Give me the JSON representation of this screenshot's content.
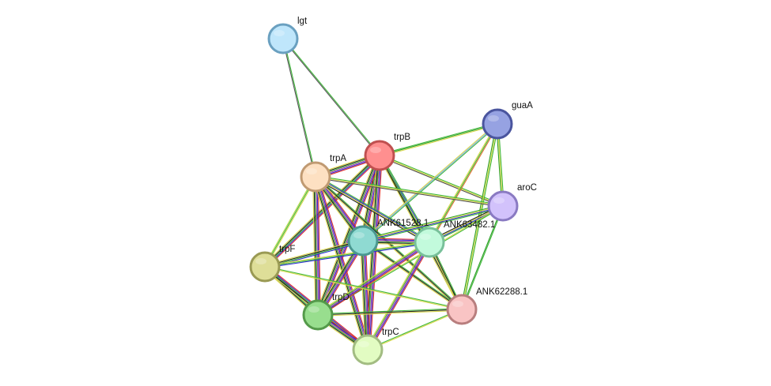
{
  "network": {
    "nodes": [
      {
        "id": "lgt",
        "label": "lgt",
        "fill": "#bfe6fb",
        "stroke": "#6aa0c0"
      },
      {
        "id": "trpB",
        "label": "trpB",
        "fill": "#ff8f8f",
        "stroke": "#c05050"
      },
      {
        "id": "guaA",
        "label": "guaA",
        "fill": "#96a2e2",
        "stroke": "#4a559e"
      },
      {
        "id": "trpA",
        "label": "trpA",
        "fill": "#fde0c2",
        "stroke": "#c09a72"
      },
      {
        "id": "aroC",
        "label": "aroC",
        "fill": "#d2c2fb",
        "stroke": "#8a7ac2"
      },
      {
        "id": "ANK61528.1",
        "label": "ANK61528.1",
        "fill": "#8fdad2",
        "stroke": "#4a9890"
      },
      {
        "id": "ANK63482.1",
        "label": "ANK63482.1",
        "fill": "#c2fadc",
        "stroke": "#78c09a"
      },
      {
        "id": "trpF",
        "label": "trpF",
        "fill": "#dede98",
        "stroke": "#9a9a54"
      },
      {
        "id": "trpD",
        "label": "trpD",
        "fill": "#98de8e",
        "stroke": "#549a4a"
      },
      {
        "id": "ANK62288.1",
        "label": "ANK62288.1",
        "fill": "#f9c4c4",
        "stroke": "#b87e7e"
      },
      {
        "id": "trpC",
        "label": "trpC",
        "fill": "#e2fcc2",
        "stroke": "#a2bc82"
      }
    ],
    "edges": [
      {
        "source": "lgt",
        "target": "trpB",
        "colors": [
          "#40b83a",
          "#555555"
        ]
      },
      {
        "source": "lgt",
        "target": "trpA",
        "colors": [
          "#40b83a",
          "#555555"
        ]
      },
      {
        "source": "trpB",
        "target": "guaA",
        "colors": [
          "#40b83a",
          "#2fa02a",
          "#d8d84a"
        ]
      },
      {
        "source": "trpB",
        "target": "trpA",
        "colors": [
          "#e03030",
          "#3030d0",
          "#b040b0",
          "#40b83a",
          "#222222",
          "#d8d84a"
        ]
      },
      {
        "source": "trpB",
        "target": "aroC",
        "colors": [
          "#40b83a",
          "#d8d84a",
          "#555555"
        ]
      },
      {
        "source": "trpB",
        "target": "ANK61528.1",
        "colors": [
          "#e03030",
          "#3030d0",
          "#b040b0",
          "#40b83a",
          "#222222",
          "#d8d84a"
        ]
      },
      {
        "source": "trpB",
        "target": "ANK63482.1",
        "colors": [
          "#40b83a",
          "#3030d0",
          "#d8d84a",
          "#222222"
        ]
      },
      {
        "source": "trpB",
        "target": "trpF",
        "colors": [
          "#e03030",
          "#3030d0",
          "#40b83a",
          "#222222",
          "#d8d84a"
        ]
      },
      {
        "source": "trpB",
        "target": "trpD",
        "colors": [
          "#e03030",
          "#3030d0",
          "#b040b0",
          "#40b83a",
          "#222222",
          "#d8d84a"
        ]
      },
      {
        "source": "trpB",
        "target": "ANK62288.1",
        "colors": [
          "#40b83a",
          "#222222",
          "#d8d84a"
        ]
      },
      {
        "source": "trpB",
        "target": "trpC",
        "colors": [
          "#e03030",
          "#3030d0",
          "#b040b0",
          "#40b83a",
          "#222222",
          "#d8d84a"
        ]
      },
      {
        "source": "guaA",
        "target": "aroC",
        "colors": [
          "#40b83a",
          "#d8d84a",
          "#2fa02a"
        ]
      },
      {
        "source": "guaA",
        "target": "ANK61528.1",
        "colors": [
          "#40b83a",
          "#78a8e0",
          "#d8d84a"
        ]
      },
      {
        "source": "guaA",
        "target": "ANK63482.1",
        "colors": [
          "#e07030",
          "#40b83a",
          "#d8d84a"
        ]
      },
      {
        "source": "guaA",
        "target": "ANK62288.1",
        "colors": [
          "#40b83a",
          "#d8d84a",
          "#2fa02a"
        ]
      },
      {
        "source": "trpA",
        "target": "aroC",
        "colors": [
          "#40b83a",
          "#d8d84a",
          "#555555"
        ]
      },
      {
        "source": "trpA",
        "target": "ANK61528.1",
        "colors": [
          "#e03030",
          "#3030d0",
          "#b040b0",
          "#40b83a",
          "#222222",
          "#d8d84a"
        ]
      },
      {
        "source": "trpA",
        "target": "ANK63482.1",
        "colors": [
          "#40b83a",
          "#3030d0",
          "#d8d84a",
          "#222222"
        ]
      },
      {
        "source": "trpA",
        "target": "trpF",
        "colors": [
          "#d8d84a",
          "#40b83a",
          "#b8d84a"
        ]
      },
      {
        "source": "trpA",
        "target": "trpD",
        "colors": [
          "#e03030",
          "#3030d0",
          "#b040b0",
          "#40b83a",
          "#222222",
          "#d8d84a"
        ]
      },
      {
        "source": "trpA",
        "target": "ANK62288.1",
        "colors": [
          "#40b83a",
          "#222222",
          "#d8d84a"
        ]
      },
      {
        "source": "trpA",
        "target": "trpC",
        "colors": [
          "#e03030",
          "#3030d0",
          "#b040b0",
          "#40b83a",
          "#222222",
          "#d8d84a"
        ]
      },
      {
        "source": "aroC",
        "target": "ANK61528.1",
        "colors": [
          "#40b83a",
          "#3030d0",
          "#d8d84a",
          "#2fa02a"
        ]
      },
      {
        "source": "aroC",
        "target": "ANK63482.1",
        "colors": [
          "#40b83a",
          "#3030d0",
          "#d8d84a",
          "#222222"
        ]
      },
      {
        "source": "aroC",
        "target": "ANK62288.1",
        "colors": [
          "#40b83a",
          "#2fa02a"
        ]
      },
      {
        "source": "aroC",
        "target": "trpD",
        "colors": [
          "#40b83a",
          "#d8d84a"
        ]
      },
      {
        "source": "ANK61528.1",
        "target": "ANK63482.1",
        "colors": [
          "#e03030",
          "#3030d0",
          "#b040b0",
          "#40b83a",
          "#222222",
          "#d8d84a"
        ]
      },
      {
        "source": "ANK61528.1",
        "target": "trpF",
        "colors": [
          "#3030d0",
          "#40b83a",
          "#222222",
          "#d8d84a"
        ]
      },
      {
        "source": "ANK61528.1",
        "target": "trpD",
        "colors": [
          "#e03030",
          "#3030d0",
          "#b040b0",
          "#40b83a",
          "#222222",
          "#d8d84a"
        ]
      },
      {
        "source": "ANK61528.1",
        "target": "ANK62288.1",
        "colors": [
          "#40b83a",
          "#222222",
          "#d8d84a"
        ]
      },
      {
        "source": "ANK61528.1",
        "target": "trpC",
        "colors": [
          "#e03030",
          "#3030d0",
          "#b040b0",
          "#40b83a",
          "#222222",
          "#d8d84a"
        ]
      },
      {
        "source": "ANK63482.1",
        "target": "trpF",
        "colors": [
          "#3030d0",
          "#40b83a",
          "#d8d84a"
        ]
      },
      {
        "source": "ANK63482.1",
        "target": "trpD",
        "colors": [
          "#e03030",
          "#3030d0",
          "#b040b0",
          "#40b83a",
          "#d8d84a"
        ]
      },
      {
        "source": "ANK63482.1",
        "target": "ANK62288.1",
        "colors": [
          "#40b83a",
          "#222222",
          "#d8d84a"
        ]
      },
      {
        "source": "ANK63482.1",
        "target": "trpC",
        "colors": [
          "#e03030",
          "#3030d0",
          "#b040b0",
          "#40b83a",
          "#d8d84a"
        ]
      },
      {
        "source": "trpF",
        "target": "trpD",
        "colors": [
          "#e03030",
          "#3030d0",
          "#40b83a",
          "#222222",
          "#d8d84a"
        ]
      },
      {
        "source": "trpF",
        "target": "trpC",
        "colors": [
          "#e03030",
          "#3030d0",
          "#40b83a",
          "#222222",
          "#d8d84a"
        ]
      },
      {
        "source": "trpF",
        "target": "ANK62288.1",
        "colors": [
          "#40b83a",
          "#d8d84a"
        ]
      },
      {
        "source": "trpD",
        "target": "trpC",
        "colors": [
          "#e03030",
          "#3030d0",
          "#b040b0",
          "#40b83a",
          "#222222",
          "#d8d84a"
        ]
      },
      {
        "source": "trpD",
        "target": "ANK62288.1",
        "colors": [
          "#40b83a",
          "#222222",
          "#d8d84a"
        ]
      },
      {
        "source": "trpC",
        "target": "ANK62288.1",
        "colors": [
          "#40b83a",
          "#d8d84a"
        ]
      }
    ]
  }
}
